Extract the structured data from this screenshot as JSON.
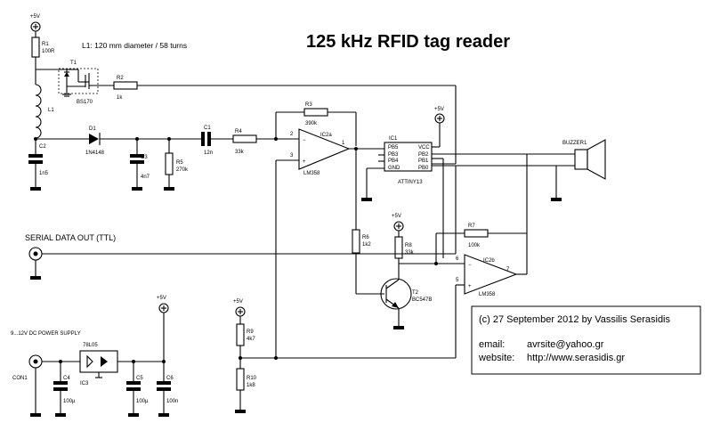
{
  "title": "125 kHz RFID tag reader",
  "coil_note": "L1: 120 mm diameter / 58 turns",
  "power": {
    "vcc": "+5V"
  },
  "components": {
    "R1": {
      "ref": "R1",
      "value": "100R"
    },
    "R2": {
      "ref": "R2",
      "value": "1k"
    },
    "R3": {
      "ref": "R3",
      "value": "390k"
    },
    "R4": {
      "ref": "R4",
      "value": "33k"
    },
    "R5": {
      "ref": "R5",
      "value": "270k"
    },
    "R6": {
      "ref": "R6",
      "value": "1k2"
    },
    "R7": {
      "ref": "R7",
      "value": "100k"
    },
    "R8": {
      "ref": "R8",
      "value": "33k"
    },
    "R9": {
      "ref": "R9",
      "value": "4k7"
    },
    "R10": {
      "ref": "R10",
      "value": "1k8"
    },
    "C1": {
      "ref": "C1",
      "value": "12n"
    },
    "C2": {
      "ref": "C2",
      "value": "1n5"
    },
    "C3": {
      "ref": "C3",
      "value": "4n7"
    },
    "C4": {
      "ref": "C4",
      "value": "100µ"
    },
    "C5": {
      "ref": "C5",
      "value": "100µ"
    },
    "C6": {
      "ref": "C6",
      "value": "100n"
    },
    "D1": {
      "ref": "D1",
      "value": "1N4148"
    },
    "L1": {
      "ref": "L1"
    },
    "T1": {
      "ref": "T1",
      "value": "BS170"
    },
    "T2": {
      "ref": "T2",
      "value": "BC547B"
    },
    "IC1": {
      "ref": "IC1",
      "value": "ATTINY13",
      "pins": [
        "PB5",
        "PB3",
        "PB4",
        "GND",
        "VCC",
        "PB2",
        "PB1",
        "PB0"
      ]
    },
    "IC2a": {
      "ref": "IC2a",
      "value": "LM358",
      "pins": [
        "2",
        "3",
        "1"
      ]
    },
    "IC2b": {
      "ref": "IC2b",
      "value": "LM358",
      "pins": [
        "6",
        "5",
        "7"
      ]
    },
    "IC3": {
      "ref": "IC3",
      "value": "78L05"
    },
    "BUZZER1": {
      "ref": "BUZZER1"
    },
    "CON1": {
      "ref": "CON1"
    }
  },
  "labels": {
    "serial_out": "SERIAL DATA OUT (TTL)",
    "power_supply": "9...12V DC POWER SUPPLY"
  },
  "credits": {
    "line1": "(c) 27 September 2012 by Vassilis Serasidis",
    "email_label": "email:",
    "email": "avrsite@yahoo.gr",
    "website_label": "website:",
    "website": "http://www.serasidis.gr"
  }
}
